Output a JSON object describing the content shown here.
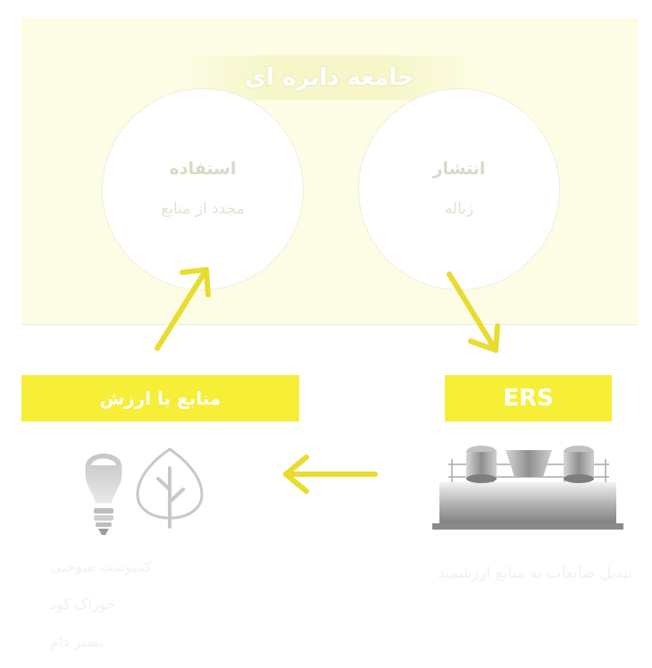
{
  "diagram": {
    "title": "جامعه دایره ای",
    "circles": [
      {
        "title": "استفاده",
        "subtitle": "مجدد از منابع"
      },
      {
        "title": "انتشار",
        "subtitle": "زباله"
      }
    ],
    "left_label": "منابع با ارزش",
    "right_label": "ERS",
    "bullets": [
      "کمپوست سوختی",
      "خوراک کود",
      "بستر دام"
    ],
    "description": "تبدیل ضایعات به منابع ارزشمند",
    "colors": {
      "accent": "#f7ee38",
      "arrow": "#e8dc30",
      "panel": "#fdfde6"
    },
    "icons": [
      "light-bulb-icon",
      "leaf-tree-icon",
      "recycling-machine-icon"
    ]
  }
}
